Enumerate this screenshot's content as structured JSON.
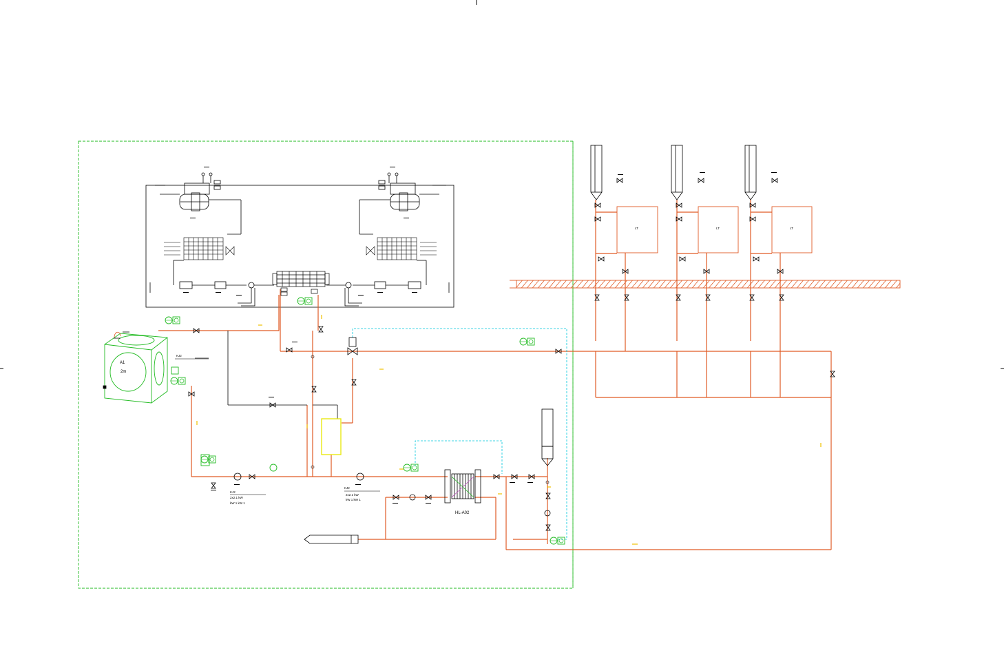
{
  "colors": {
    "pipe": "#e05a24",
    "line": "#000000",
    "boundary": "#22bb22",
    "signal": "#00c8dc",
    "heater": "#e8e800",
    "flow_arrow": "#f0c000",
    "hatch": "#e05a24"
  },
  "labels": {
    "tank_a": "A1",
    "tank_b": "2m",
    "heat_exchanger": "HL-A02",
    "notes_left": [
      "KJ2",
      "2x2.1 kW",
      "kW  1 kW 1"
    ],
    "notes_right": [
      "KJ2",
      "2x2.1 kW",
      "kW  1 kW 1"
    ],
    "tank_tag": "KJ2"
  },
  "units": [
    {
      "tag": "LT"
    },
    {
      "tag": "LT"
    },
    {
      "tag": "LT"
    }
  ]
}
